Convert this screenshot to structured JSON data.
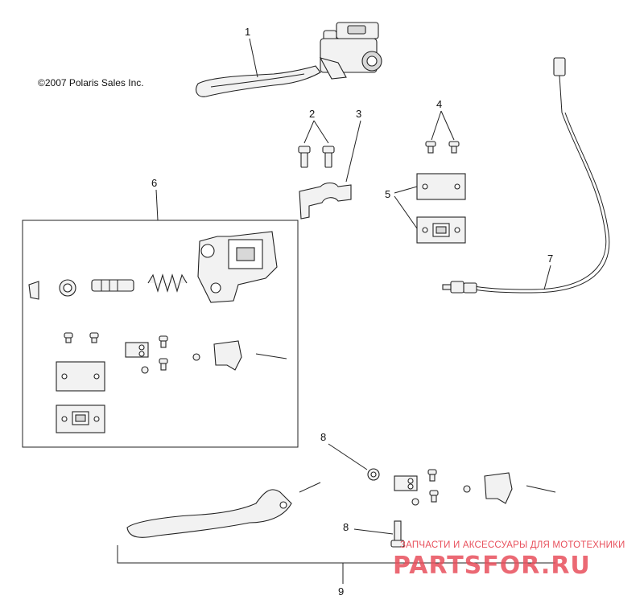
{
  "copyright": "©2007 Polaris Sales Inc.",
  "callouts": {
    "c1": "1",
    "c2": "2",
    "c3": "3",
    "c4": "4",
    "c5": "5",
    "c6": "6",
    "c7": "7",
    "c8a": "8",
    "c8b": "8",
    "c9": "9"
  },
  "watermark": {
    "tagline": "ЗАПЧАСТИ И АКСЕССУАРЫ ДЛЯ МОТОТЕХНИКИ",
    "logo": "PARTSFOR.RU",
    "color": "#e8505c"
  }
}
